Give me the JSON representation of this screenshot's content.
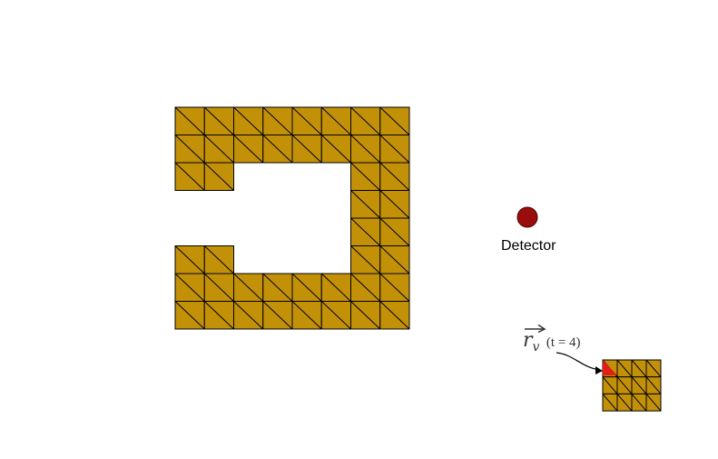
{
  "colors": {
    "mesh_fill": "#c39108",
    "mesh_line": "#000000",
    "detector_fill": "#9b0d0d",
    "highlight_fill": "#e41e16",
    "connector": "#000000"
  },
  "detector": {
    "label": "Detector"
  },
  "annotation": {
    "vector_symbol": "r",
    "vector_subscript": "v",
    "time_label": "(t = 4)"
  }
}
